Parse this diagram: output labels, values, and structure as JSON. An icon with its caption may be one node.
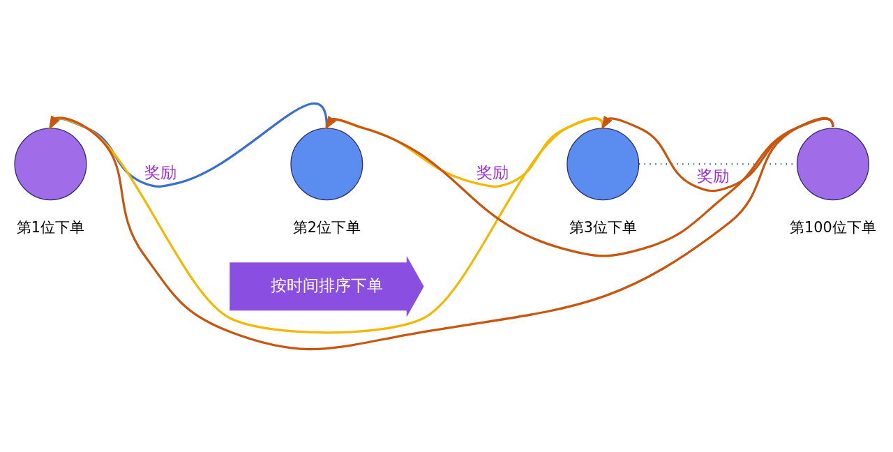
{
  "diagram": {
    "nodes": [
      {
        "text": [],
        "shape": "circle",
        "beside": [
          "第1位下单"
        ]
      },
      {
        "text": [],
        "shape": "circle",
        "beside": [
          "第2位下单"
        ]
      },
      {
        "text": [],
        "shape": "circle",
        "beside": [
          "第3位下单"
        ]
      },
      {
        "text": [],
        "shape": "circle",
        "beside": [
          "第100位下单"
        ]
      },
      {
        "text": [
          "按时间排序下单"
        ]
      }
    ],
    "edges": [
      {
        "from": 1,
        "to": 0,
        "arrow": "to",
        "label": "奖励",
        "color": "#3a6fd0"
      },
      {
        "from": 2,
        "to": 0,
        "arrow": "to",
        "color": "#f5b800"
      },
      {
        "from": 2,
        "to": 1,
        "arrow": "to",
        "label": "奖励",
        "color": "#f5b800"
      },
      {
        "from": 3,
        "to": 0,
        "arrow": "to",
        "color": "#c8560f"
      },
      {
        "from": 3,
        "to": 1,
        "arrow": "to",
        "color": "#c8560f"
      },
      {
        "from": 3,
        "to": 2,
        "arrow": "to",
        "label": "奖励",
        "color": "#c8560f"
      },
      {
        "from": 2,
        "to": 3,
        "arrow": "none",
        "style": "dashed",
        "color": "#2a5db0"
      }
    ]
  }
}
